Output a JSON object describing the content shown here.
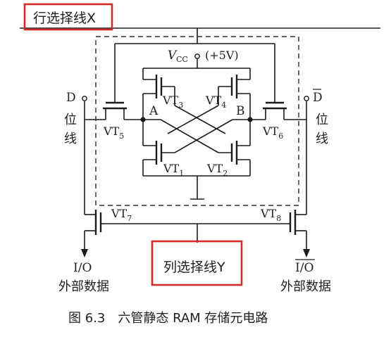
{
  "labels": {
    "row_select": "行选择线X",
    "col_select": "列选择线Y",
    "vcc_main": "V",
    "vcc_sub": "CC",
    "vcc_value": "(+5V)",
    "node_a": "A",
    "node_b": "B",
    "d_letter": "D",
    "d_bar_letter": "D",
    "bit_char1": "位",
    "bit_char2": "线",
    "io_left": "I/O",
    "io_right": "I/O",
    "ext_left": "外部数据",
    "ext_right": "外部数据",
    "caption": "图 6.3　六管静态 RAM 存储元电路"
  },
  "transistors": [
    {
      "main": "VT",
      "sub": "1"
    },
    {
      "main": "VT",
      "sub": "2"
    },
    {
      "main": "VT",
      "sub": "3"
    },
    {
      "main": "VT",
      "sub": "4"
    },
    {
      "main": "VT",
      "sub": "5"
    },
    {
      "main": "VT",
      "sub": "6"
    },
    {
      "main": "VT",
      "sub": "7"
    },
    {
      "main": "VT",
      "sub": "8"
    }
  ],
  "colors": {
    "highlight": "#d42a2a",
    "ink": "#1a1a1a"
  }
}
